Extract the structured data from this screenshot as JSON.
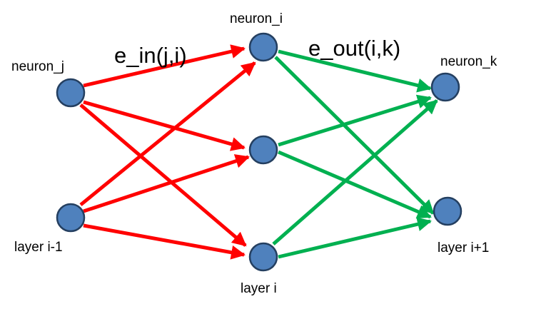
{
  "labels": {
    "neuron_j": "neuron_j",
    "neuron_i": "neuron_i",
    "neuron_k": "neuron_k",
    "e_in": "e_in(j,i)",
    "e_out": "e_out(i,k)",
    "layer_prev": "layer i-1",
    "layer_cur": "layer i",
    "layer_next": "layer i+1"
  },
  "colors": {
    "node_fill": "#4F81BD",
    "node_stroke": "#243F60",
    "incoming_edge": "#FF0000",
    "outgoing_edge": "#00B050"
  }
}
